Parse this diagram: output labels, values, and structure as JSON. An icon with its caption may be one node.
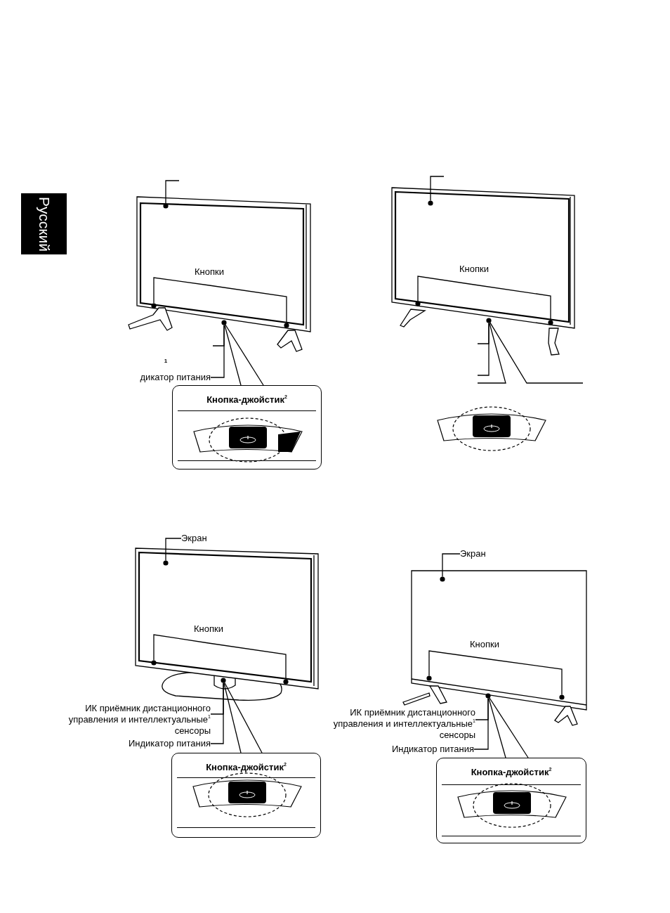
{
  "diagram": {
    "nodes": [
      {
        "text": [
          "Кнопки"
        ]
      },
      {
        "text": [
          "дикатор питания"
        ]
      },
      {
        "text": [
          "Кнопка-джойстик$^{2}$"
        ]
      },
      {
        "text": [
          "Кнопки"
        ]
      },
      {
        "text": [
          "Экран"
        ]
      },
      {
        "text": [
          "Кнопки"
        ]
      },
      {
        "text": [
          "ИК приёмник дистанционного управления и интеллектуальные$^{1}$ сенсоры"
        ]
      },
      {
        "text": [
          "Индикатор питания"
        ]
      },
      {
        "text": [
          "Кнопка-джойстик$^{2}$"
        ]
      },
      {
        "text": [
          "Экран"
        ]
      },
      {
        "text": [
          "Кнопки"
        ]
      },
      {
        "text": [
          "ИК приёмник дистанционного управления и интеллектуальные$^{1}$ сенсоры"
        ]
      },
      {
        "text": [
          "Индикатор питания"
        ]
      },
      {
        "text": [
          "Кнопка-джойстик$^{2}$"
        ]
      },
      {
        "text": [],
        "shape": "circle"
      },
      {
        "text": [],
        "shape": "circle"
      },
      {
        "text": [],
        "shape": "circle"
      },
      {
        "text": [],
        "shape": "circle"
      },
      {
        "text": [],
        "shape": "circle"
      },
      {
        "text": [],
        "shape": "circle"
      },
      {
        "text": [],
        "shape": "circle"
      },
      {
        "text": [],
        "shape": "circle"
      },
      {
        "text": [],
        "shape": "circle"
      },
      {
        "text": [],
        "shape": "circle"
      },
      {
        "text": [],
        "shape": "circle"
      },
      {
        "text": [],
        "shape": "circle"
      },
      {
        "text": [],
        "shape": "circle"
      },
      {
        "text": [],
        "shape": "circle"
      },
      {
        "text": [],
        "shape": "circle"
      },
      {
        "text": [],
        "shape": "circle"
      }
    ],
    "edges": [
      {
        "from": 0,
        "to": 15,
        "arrow": "none"
      },
      {
        "from": 0,
        "to": 16,
        "arrow": "none"
      },
      {
        "from": 1,
        "to": 17,
        "arrow": "none"
      },
      {
        "from": 2,
        "to": 17,
        "arrow": "none"
      },
      {
        "from": 2,
        "to": 17,
        "arrow": "none"
      },
      {
        "from": 3,
        "to": 19,
        "arrow": "none"
      },
      {
        "from": 3,
        "to": 20,
        "arrow": "none"
      },
      {
        "from": 4,
        "to": 22,
        "arrow": "none"
      },
      {
        "from": 5,
        "to": 23,
        "arrow": "none"
      },
      {
        "from": 5,
        "to": 24,
        "arrow": "none"
      },
      {
        "from": 6,
        "to": 25,
        "arrow": "none"
      },
      {
        "from": 7,
        "to": 25,
        "arrow": "none"
      },
      {
        "from": 8,
        "to": 25,
        "arrow": "none"
      },
      {
        "from": 8,
        "to": 25,
        "arrow": "none"
      },
      {
        "from": 9,
        "to": 26,
        "arrow": "none"
      },
      {
        "from": 10,
        "to": 27,
        "arrow": "none"
      },
      {
        "from": 10,
        "to": 28,
        "arrow": "none"
      },
      {
        "from": 11,
        "to": 29,
        "arrow": "none"
      },
      {
        "from": 12,
        "to": 29,
        "arrow": "none"
      },
      {
        "from": 13,
        "to": 29,
        "arrow": "none"
      },
      {
        "from": 13,
        "to": 29,
        "arrow": "none"
      },
      {
        "from": null,
        "to": 14,
        "arrow": "none"
      },
      {
        "from": null,
        "to": 17,
        "arrow": "none"
      },
      {
        "from": null,
        "to": 18,
        "arrow": "none"
      },
      {
        "from": null,
        "to": 21,
        "arrow": "none"
      },
      {
        "from": null,
        "to": 21,
        "arrow": "none"
      },
      {
        "from": null,
        "to": 21,
        "arrow": "none"
      },
      {
        "from": null,
        "to": 21,
        "arrow": "none"
      }
    ],
    "labels": [
      "Русский",
      "1"
    ]
  }
}
